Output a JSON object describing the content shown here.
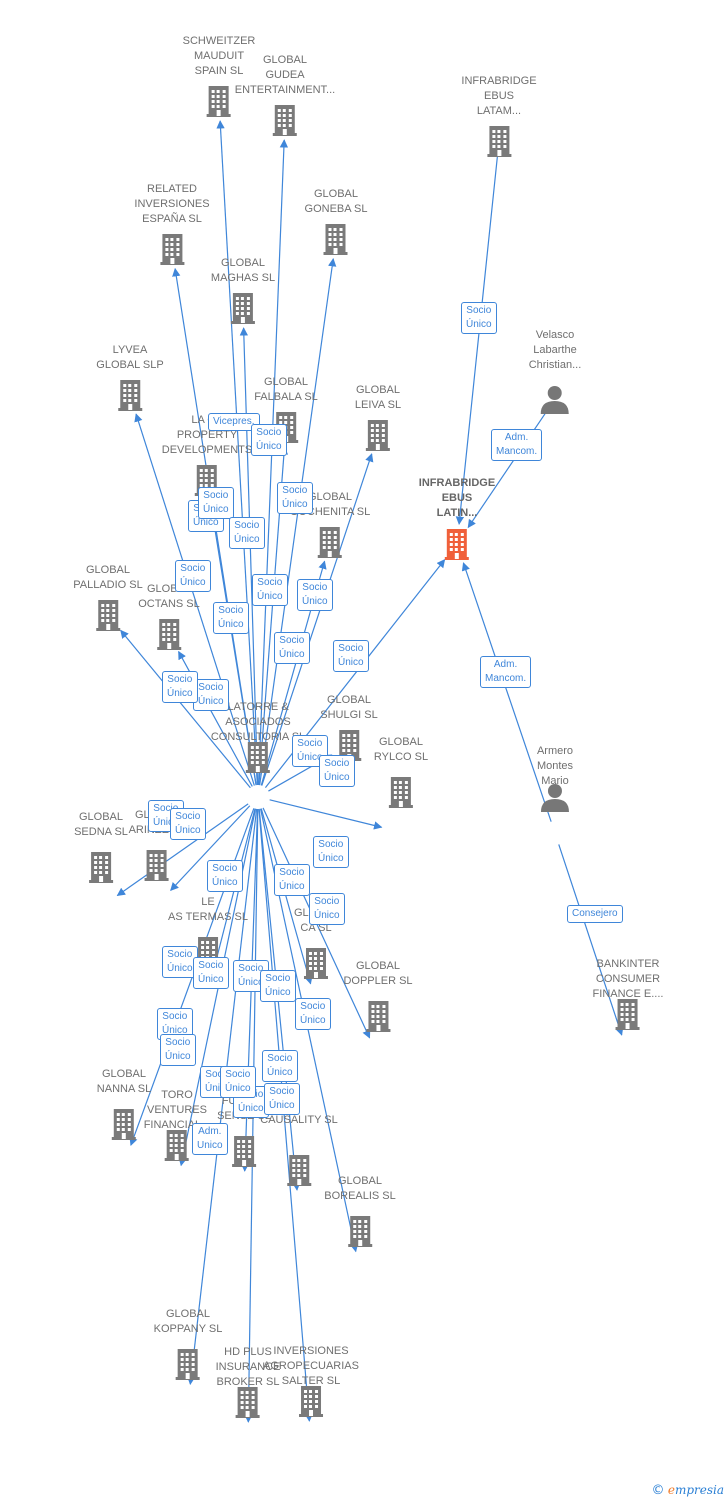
{
  "colors": {
    "building": "#7a7a7a",
    "focus": "#f0603a",
    "edge": "#3f86d9",
    "person": "#777777"
  },
  "nodes": [
    {
      "id": "schweitzer",
      "label": "SCHWEITZER\nMAUDUIT\nSPAIN SL",
      "kind": "company"
    },
    {
      "id": "gudea",
      "label": "GLOBAL\nGUDEA\nENTERTAINMENT...",
      "kind": "company"
    },
    {
      "id": "infrabridge_latam",
      "label": "INFRABRIDGE\nEBUS\nLATAM...",
      "kind": "company"
    },
    {
      "id": "related",
      "label": "RELATED\nINVERSIONES\nESPAÑA SL",
      "kind": "company"
    },
    {
      "id": "goneba",
      "label": "GLOBAL\nGONEBA SL",
      "kind": "company"
    },
    {
      "id": "maghas",
      "label": "GLOBAL\nMAGHAS SL",
      "kind": "company"
    },
    {
      "id": "velasco",
      "label": "Velasco\nLabarthe\nChristian...",
      "kind": "person"
    },
    {
      "id": "lyvea",
      "label": "LYVEA\nGLOBAL SLP",
      "kind": "company"
    },
    {
      "id": "falbala",
      "label": "GLOBAL\nFALBALA SL",
      "kind": "company"
    },
    {
      "id": "leiva",
      "label": "GLOBAL\nLEIVA SL",
      "kind": "company"
    },
    {
      "id": "lacasa",
      "label": "LA CA\nPROPERTY\nDEVELOPMENTS",
      "kind": "company"
    },
    {
      "id": "infrabridge_latin",
      "label": "INFRABRIDGE\nEBUS\nLATIN...",
      "kind": "focus"
    },
    {
      "id": "gochenita",
      "label": "GLOBAL\nGOCHENITA SL",
      "kind": "company"
    },
    {
      "id": "palladio",
      "label": "GLOBAL\nPALLADIO SL",
      "kind": "company"
    },
    {
      "id": "octans",
      "label": "GLOBAL\nOCTANS SL",
      "kind": "company"
    },
    {
      "id": "shulgi",
      "label": "GLOBAL\nSHULGI SL",
      "kind": "company"
    },
    {
      "id": "latorre",
      "label": "LATORRE &\nASOCIADOS\nCONSULTORIA SL",
      "kind": "company"
    },
    {
      "id": "rylco",
      "label": "GLOBAL\nRYLCO SL",
      "kind": "company"
    },
    {
      "id": "armero",
      "label": "Armero\nMontes\nMario",
      "kind": "person"
    },
    {
      "id": "sedna",
      "label": "GLOBAL\nSEDNA SL",
      "kind": "company"
    },
    {
      "id": "arinze",
      "label": "GLOBAL\nARINZE SL",
      "kind": "company"
    },
    {
      "id": "termas",
      "label": "LE\nAS TERMAS SL",
      "kind": "company"
    },
    {
      "id": "ca",
      "label": "GLOBAL\nCA SL",
      "kind": "company"
    },
    {
      "id": "doppler",
      "label": "GLOBAL\nDOPPLER SL",
      "kind": "company"
    },
    {
      "id": "bankinter",
      "label": "BANKINTER\nCONSUMER\nFINANCE E....",
      "kind": "company"
    },
    {
      "id": "nanna",
      "label": "GLOBAL\nNANNA SL",
      "kind": "company"
    },
    {
      "id": "toro",
      "label": "TORO\nVENTURES\nFINANCIAL...",
      "kind": "company"
    },
    {
      "id": "future",
      "label": "FUTURE\nSENSE SL",
      "kind": "company"
    },
    {
      "id": "causality",
      "label": "CAUSALITY SL",
      "kind": "company"
    },
    {
      "id": "borealis",
      "label": "GLOBAL\nBOREALIS SL",
      "kind": "company"
    },
    {
      "id": "koppany",
      "label": "GLOBAL\nKOPPANY SL",
      "kind": "company"
    },
    {
      "id": "hdplus",
      "label": "HD PLUS\nINSURANCE\nBROKER SL",
      "kind": "company"
    },
    {
      "id": "agropecuarias",
      "label": "INVERSIONES\nAGROPECUARIAS\nSALTER SL",
      "kind": "company"
    }
  ],
  "edges": [
    {
      "from": "latorre",
      "to": "schweitzer"
    },
    {
      "from": "latorre",
      "to": "gudea"
    },
    {
      "from": "latorre",
      "to": "related"
    },
    {
      "from": "latorre",
      "to": "goneba"
    },
    {
      "from": "latorre",
      "to": "maghas"
    },
    {
      "from": "latorre",
      "to": "lyvea"
    },
    {
      "from": "latorre",
      "to": "falbala"
    },
    {
      "from": "latorre",
      "to": "leiva"
    },
    {
      "from": "latorre",
      "to": "lacasa"
    },
    {
      "from": "latorre",
      "to": "infrabridge_latin"
    },
    {
      "from": "latorre",
      "to": "gochenita"
    },
    {
      "from": "latorre",
      "to": "palladio"
    },
    {
      "from": "latorre",
      "to": "octans"
    },
    {
      "from": "latorre",
      "to": "shulgi"
    },
    {
      "from": "latorre",
      "to": "rylco"
    },
    {
      "from": "latorre",
      "to": "sedna"
    },
    {
      "from": "latorre",
      "to": "arinze"
    },
    {
      "from": "latorre",
      "to": "termas"
    },
    {
      "from": "latorre",
      "to": "ca"
    },
    {
      "from": "latorre",
      "to": "doppler"
    },
    {
      "from": "latorre",
      "to": "nanna"
    },
    {
      "from": "latorre",
      "to": "toro"
    },
    {
      "from": "latorre",
      "to": "future"
    },
    {
      "from": "latorre",
      "to": "causality"
    },
    {
      "from": "latorre",
      "to": "borealis"
    },
    {
      "from": "latorre",
      "to": "koppany"
    },
    {
      "from": "latorre",
      "to": "hdplus"
    },
    {
      "from": "latorre",
      "to": "agropecuarias"
    },
    {
      "from": "infrabridge_latam",
      "to": "infrabridge_latin"
    },
    {
      "from": "velasco",
      "to": "infrabridge_latin"
    },
    {
      "from": "armero",
      "to": "infrabridge_latin"
    },
    {
      "from": "armero",
      "to": "bankinter"
    }
  ],
  "edge_labels": [
    "Socio\nÚnico",
    "Vicepres.",
    "Socio\nÚnico",
    "Socio\nÚnico",
    "Socio\nÚnico",
    "Socio\nÚnico",
    "Socio\nÚnico",
    "Socio\nÚnico",
    "Socio\nÚnico",
    "Socio\nÚnico",
    "Socio\nÚnico",
    "Socio\nÚnico",
    "Socio\nÚnico",
    "Socio\nÚnico",
    "Socio\nÚnico",
    "Socio\nÚnico",
    "Socio\nÚnico",
    "Socio\nÚnico",
    "Socio\nÚnico",
    "Socio\nÚnico",
    "Socio\nÚnico",
    "Socio\nÚnico",
    "Socio\nÚnico",
    "Socio\nÚnico",
    "Socio\nÚnico",
    "Socio\nÚnico",
    "Socio\nÚnico",
    "Socio\nÚnico",
    "Socio\nÚnico",
    "Socio\nÚnico",
    "Socio\nÚnico",
    "Socio\nÚnico",
    "Socio\nÚnico",
    "Socio\nÚnico",
    "Adm.\nUnico",
    "Socio\nÚnico",
    "Adm.\nMancom.",
    "Adm.\nMancom.",
    "Consejero"
  ],
  "footer": {
    "copyright": "©",
    "brand_first": "e",
    "brand_rest": "mpresia"
  }
}
